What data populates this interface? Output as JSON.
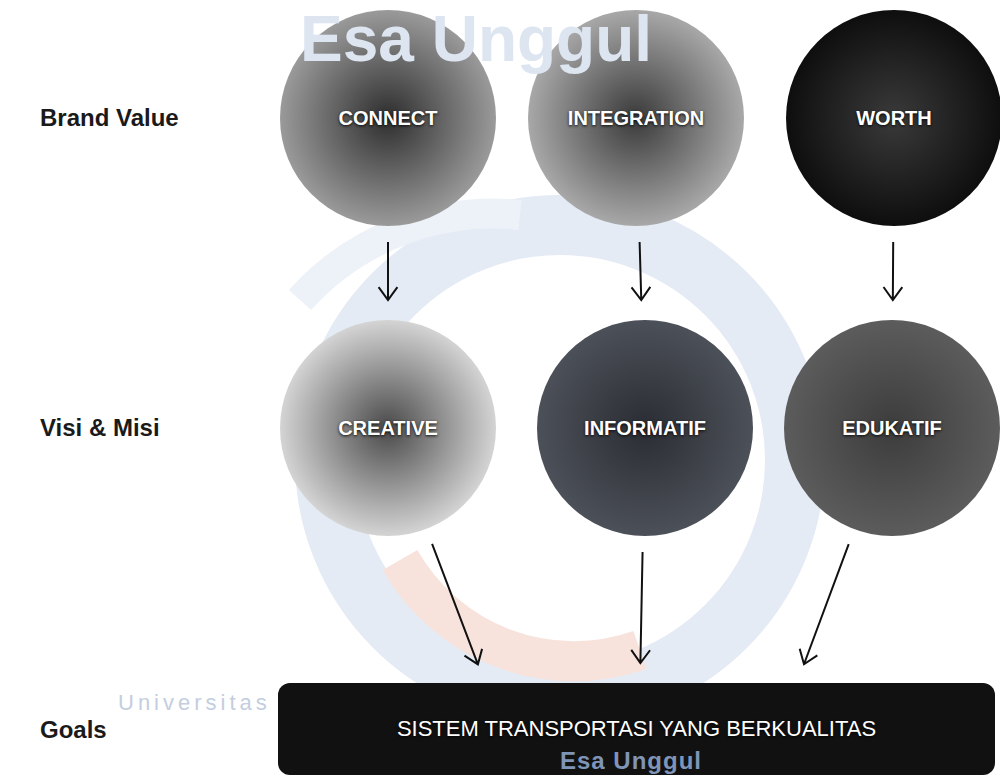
{
  "diagram": {
    "nodes": [
      {
        "text": [
          "CONNECT"
        ]
      },
      {
        "text": [
          "INTEGRATION"
        ]
      },
      {
        "text": [
          "WORTH"
        ]
      },
      {
        "text": [
          "CREATIVE"
        ]
      },
      {
        "text": [
          "INFORMATIF"
        ]
      },
      {
        "text": [
          "EDUKATIF"
        ]
      },
      {
        "text": [
          "SISTEM TRANSPORTASI YANG BERKUALITAS"
        ]
      }
    ],
    "edges": [
      {
        "from": 0,
        "to": 3,
        "arrow": "to"
      },
      {
        "from": 1,
        "to": 4,
        "arrow": "to"
      },
      {
        "from": 2,
        "to": 5,
        "arrow": "to"
      },
      {
        "from": 3,
        "to": 6,
        "arrow": "to"
      },
      {
        "from": 4,
        "to": 6,
        "arrow": "to"
      },
      {
        "from": 5,
        "to": 6,
        "arrow": "to"
      }
    ],
    "labels": [
      "Brand Value",
      "Visi & Misi",
      "Goals",
      "Esa Unggul",
      "Universitas",
      "Esa Unggul"
    ]
  }
}
